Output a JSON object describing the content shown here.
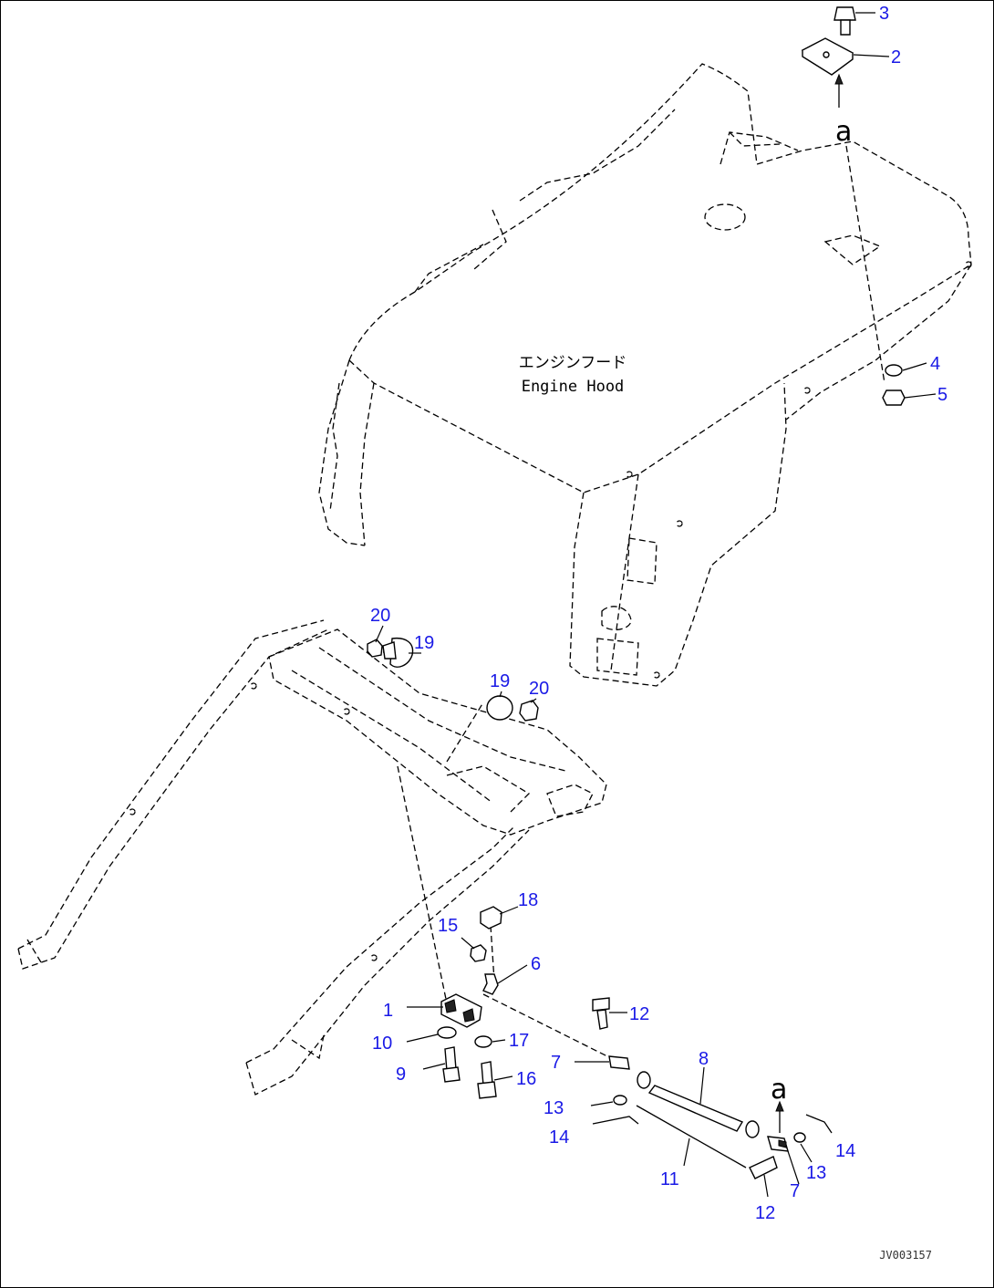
{
  "hood_label": {
    "japanese": "エンジンフード",
    "english": "Engine Hood"
  },
  "reference_letters": {
    "top": "a",
    "bottom": "a"
  },
  "callouts": {
    "c1": "1",
    "c2": "2",
    "c3": "3",
    "c4": "4",
    "c5": "5",
    "c6": "6",
    "c7a": "7",
    "c7b": "7",
    "c8": "8",
    "c9": "9",
    "c10": "10",
    "c11": "11",
    "c12a": "12",
    "c12b": "12",
    "c13a": "13",
    "c13b": "13",
    "c14a": "14",
    "c14b": "14",
    "c15": "15",
    "c16": "16",
    "c17": "17",
    "c18": "18",
    "c19a": "19",
    "c19b": "19",
    "c20a": "20",
    "c20b": "20"
  },
  "drawing_id": "JV003157",
  "colors": {
    "callout": "#1a1ae6",
    "line": "#000000",
    "background": "#ffffff"
  }
}
